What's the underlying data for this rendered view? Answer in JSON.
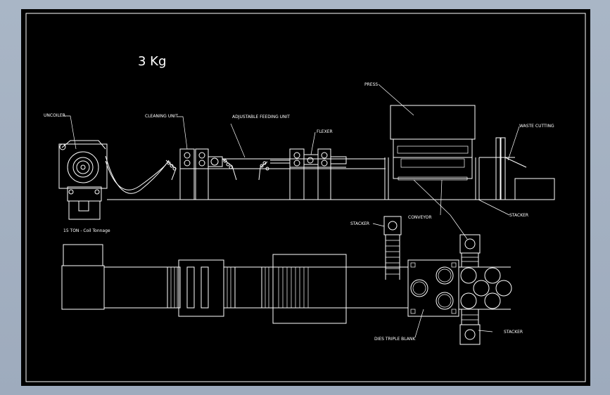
{
  "drawing": {
    "title": "3 Kg",
    "coil_note": "15 TON - Coil Tonnage",
    "labels": {
      "uncoiler": "UNCOILER",
      "cleaning_unit": "CLEANING UNIT",
      "adjustable_feeding_unit": "ADJUSTABLE FEEDING UNIT",
      "flexer": "FLEXER",
      "press": "PRESS",
      "waste_cutting": "WASTE CUTTING",
      "stacker_left": "STACKER",
      "conveyor": "CONVEYOR",
      "stacker_right": "STACKER",
      "stacker_bottom": "STACKER",
      "die_triple_blank": "DIES TRIPLE BLANK"
    }
  },
  "colors": {
    "viewport_bg": "#a9b6c6",
    "sheet_bg": "#000000",
    "linework": "#ffffff"
  }
}
